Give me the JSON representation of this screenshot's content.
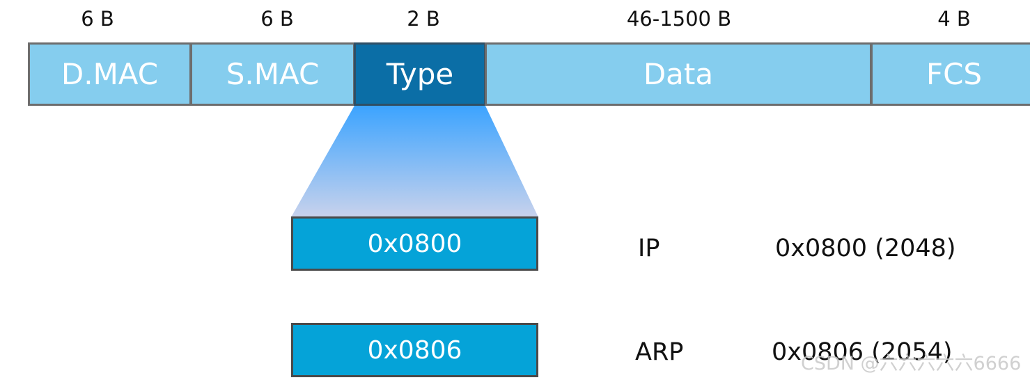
{
  "frame": {
    "sizes": [
      "6 B",
      "6 B",
      "2 B",
      "46-1500 B",
      "4 B"
    ],
    "fields": [
      "D.MAC",
      "S.MAC",
      "Type",
      "Data",
      "FCS"
    ]
  },
  "type_values": [
    {
      "value": "0x0800",
      "protocol": "IP",
      "code": "0x0800 (2048)"
    },
    {
      "value": "0x0806",
      "protocol": "ARP",
      "code": "0x0806 (2054)"
    }
  ],
  "watermark": "CSDN @六六六六六6666",
  "colors": {
    "field_fill": "#85cdee",
    "type_fill": "#0b6ea6",
    "value_fill": "#05a3d8",
    "funnel_top": "#3aa3ff",
    "funnel_bottom": "#c8d2ec"
  }
}
